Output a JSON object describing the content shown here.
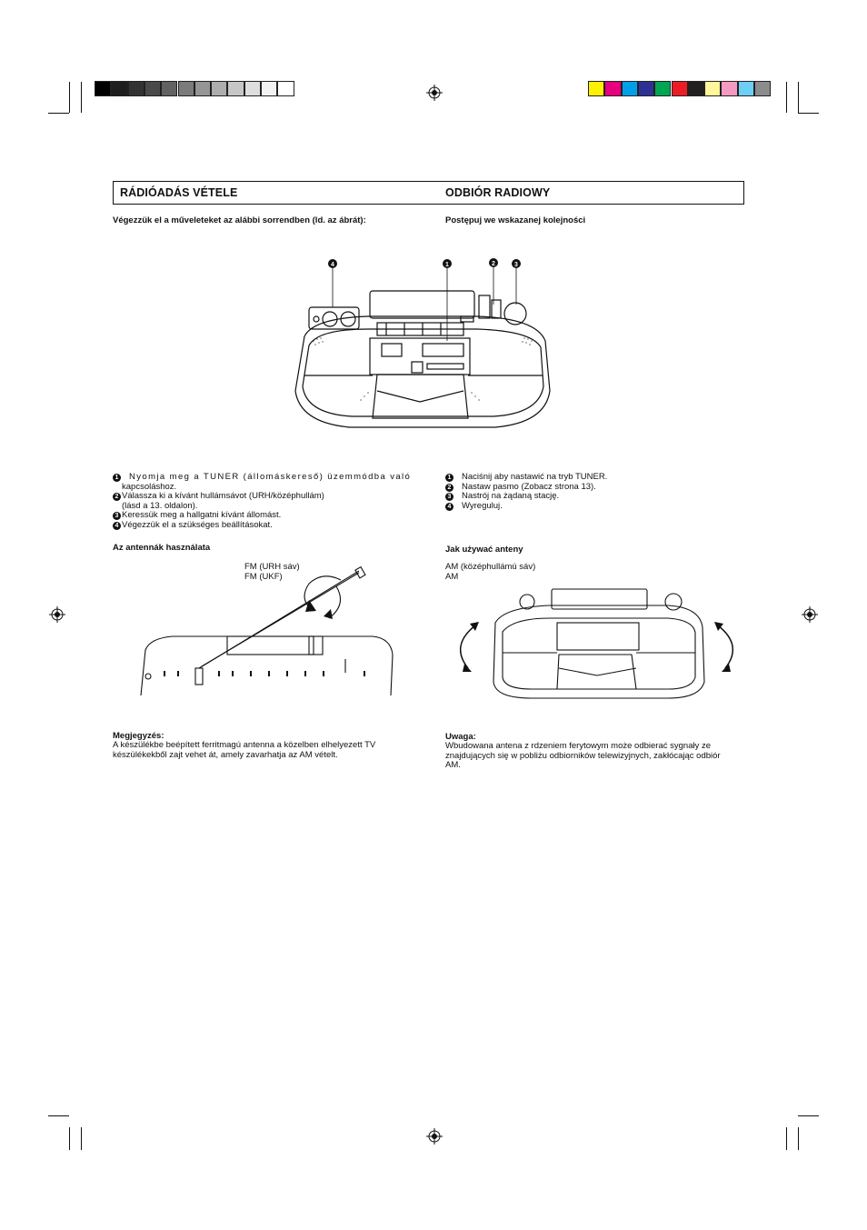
{
  "header": {
    "left_title": "RÁDIÓADÁS VÉTELE",
    "right_title": "ODBIÓR RADIOWY"
  },
  "left": {
    "intro": "Végezzük el a műveleteket az alábbi sorrendben (ld. az ábrát):",
    "steps": [
      {
        "num": "1",
        "text": "Nyomja meg a TUNER (állomáskereső) üzemmódba való"
      },
      {
        "num": "",
        "text": "kapcsoláshoz."
      },
      {
        "num": "2",
        "text": "Válassza ki a kívánt hullámsávot (URH/középhullám)"
      },
      {
        "num": "",
        "text": "(lásd a 13. oldalon)."
      },
      {
        "num": "3",
        "text": "Keressük meg a hallgatni kívánt állomást."
      },
      {
        "num": "4",
        "text": "Végezzük el a szükséges beállításokat."
      }
    ],
    "antenna_heading": "Az antennák használata",
    "fm_label_1": "FM (URH sáv)",
    "fm_label_2": "FM (UKF)",
    "note_heading": "Megjegyzés:",
    "note_lines": [
      "A készülékbe beépített ferritmagú antenna a közelben elhelyezett TV",
      "készülékekből zajt vehet át, amely zavarhatja az AM vételt."
    ]
  },
  "right": {
    "intro": "Postępuj we wskazanej kolejności",
    "steps": [
      {
        "num": "1",
        "text": "Naciśnij aby nastawić na tryb TUNER."
      },
      {
        "num": "2",
        "text": "Nastaw  pasmo (Zobacz strona 13)."
      },
      {
        "num": "3",
        "text": "Nastrój na żądaną stację."
      },
      {
        "num": "4",
        "text": "Wyreguluj."
      }
    ],
    "antenna_heading": "Jak używać anteny",
    "am_label_1": "AM (középhullámú sáv)",
    "am_label_2": "AM",
    "note_heading": "Uwaga:",
    "note_lines": [
      "Wbudowana antena z rdzeniem ferytowym może odbierać sygnały ze",
      "znajdujących się w pobliżu odbiorników telewizyjnych, zakłócając odbiór",
      "AM."
    ]
  },
  "figure_callouts": [
    "4",
    "1",
    "2",
    "3"
  ],
  "colors": {
    "gray_bar": [
      "#000000",
      "#1e1e1e",
      "#333333",
      "#4a4a4a",
      "#626262",
      "#7b7b7b",
      "#959595",
      "#adadad",
      "#c6c6c6",
      "#dedede",
      "#f2f2f2",
      "#ffffff"
    ],
    "color_bar": [
      "#fff200",
      "#e6007e",
      "#00a0e9",
      "#2e3192",
      "#00a651",
      "#ed1c24",
      "#231f20",
      "#fff799",
      "#f49ac1",
      "#6dcff6",
      "#8c8c8c"
    ]
  }
}
